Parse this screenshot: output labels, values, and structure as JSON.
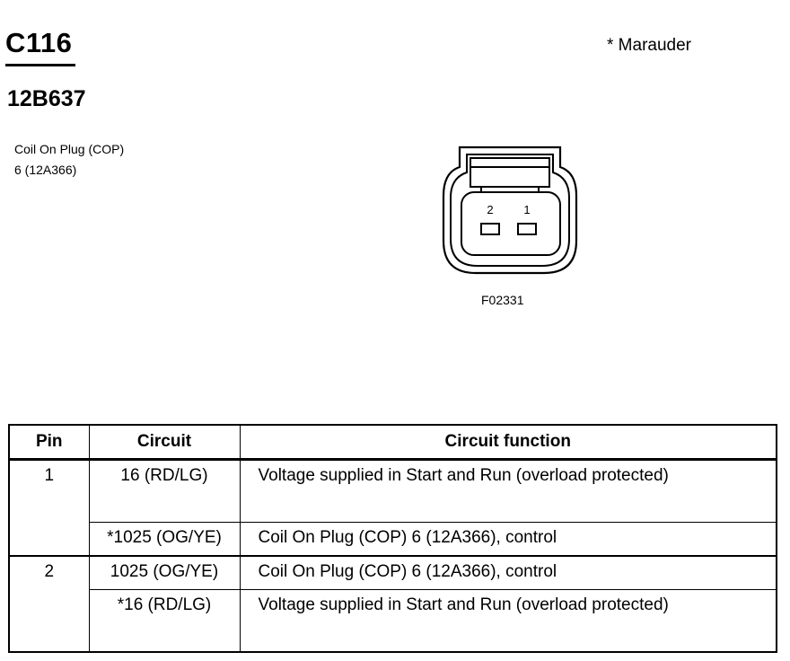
{
  "header": {
    "connector_id": "C116",
    "part_number": "12B637",
    "footnote": "* Marauder"
  },
  "description": {
    "line1": "Coil On Plug (COP)",
    "line2": "6 (12A366)"
  },
  "figure": {
    "label": "F02331",
    "pin_labels": [
      "2",
      "1"
    ]
  },
  "table": {
    "headers": [
      "Pin",
      "Circuit",
      "Circuit function"
    ],
    "rows": [
      {
        "pin": "1",
        "circuit": "16 (RD/LG)",
        "function": "Voltage supplied in Start and Run (overload protected)"
      },
      {
        "pin": "",
        "circuit": "*1025 (OG/YE)",
        "function": "Coil On Plug (COP) 6 (12A366), control"
      },
      {
        "pin": "2",
        "circuit": "1025 (OG/YE)",
        "function": "Coil On Plug (COP) 6 (12A366), control"
      },
      {
        "pin": "",
        "circuit": "*16 (RD/LG)",
        "function": "Voltage supplied in Start and Run (overload protected)"
      }
    ]
  }
}
